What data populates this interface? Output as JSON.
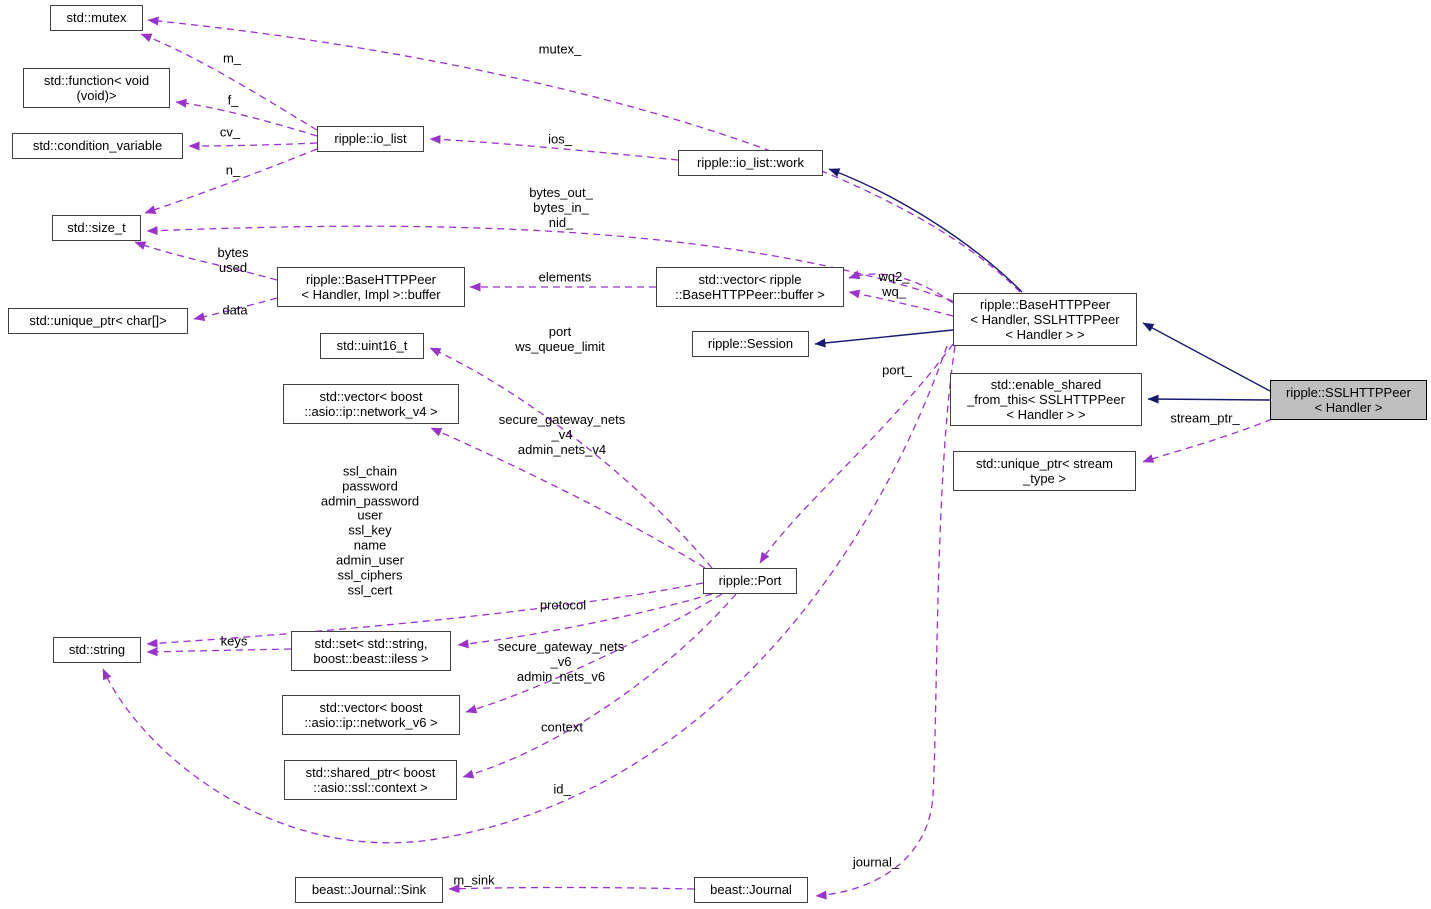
{
  "diagram": {
    "type": "doxygen-collaboration-graph",
    "focus_class": "ripple::SSLHTTPPeer< Handler >",
    "colors": {
      "usage_edge": "#9a32cd",
      "inheritance_edge": "#191970",
      "node_border": "#404040",
      "node_fill": "#ffffff",
      "highlight_fill": "#bfbfbf",
      "background": "#ffffff"
    }
  },
  "nodes": {
    "mutex": "std::mutex",
    "function": "std::function< void\n(void)>",
    "condvar": "std::condition_variable",
    "size_t": "std::size_t",
    "io_list": "ripple::io_list",
    "io_list_work": "ripple::io_list::work",
    "unique_char": "std::unique_ptr< char[]>",
    "buffer": "ripple::BaseHTTPPeer\n< Handler, Impl >::buffer",
    "uint16": "std::uint16_t",
    "vec_buffer": "std::vector< ripple\n::BaseHTTPPeer::buffer >",
    "session": "ripple::Session",
    "base_http_peer": "ripple::BaseHTTPPeer\n< Handler, SSLHTTPPeer\n< Handler > >",
    "enable_shared": "std::enable_shared\n_from_this< SSLHTTPPeer\n< Handler > >",
    "unique_stream": "std::unique_ptr< stream\n_type >",
    "ssl_http_peer": "ripple::SSLHTTPPeer\n< Handler >",
    "port": "ripple::Port",
    "string": "std::string",
    "set_string": "std::set< std::string,\nboost::beast::iless >",
    "vec_v4": "std::vector< boost\n::asio::ip::network_v4 >",
    "vec_v6": "std::vector< boost\n::asio::ip::network_v6 >",
    "shared_ptr_ctx": "std::shared_ptr< boost\n::asio::ssl::context >",
    "journal_sink": "beast::Journal::Sink",
    "journal": "beast::Journal"
  },
  "labels": {
    "mutex_": "mutex_",
    "m_": "m_",
    "f_": "f_",
    "cv_": "cv_",
    "n_": "n_",
    "ios_": "ios_",
    "bytes_nid": "bytes_out_\nbytes_in_\nnid_",
    "bytes_used": "bytes\nused",
    "data": "data",
    "elements": "elements",
    "wq": "wq2_\nwq_",
    "port_ws": "port\nws_queue_limit",
    "port_": "port_",
    "stream_ptr_": "stream_ptr_",
    "nets_v4": "secure_gateway_nets\n_v4\nadmin_nets_v4",
    "ssl_stack": "ssl_chain\npassword\nadmin_password\nuser\nssl_key\nname\nadmin_user\nssl_ciphers\nssl_cert",
    "protocol": "protocol",
    "keys": "keys",
    "nets_v6": "secure_gateway_nets\n_v6\nadmin_nets_v6",
    "context": "context",
    "id_": "id_",
    "journal_": "journal_",
    "m_sink": "m_sink"
  }
}
